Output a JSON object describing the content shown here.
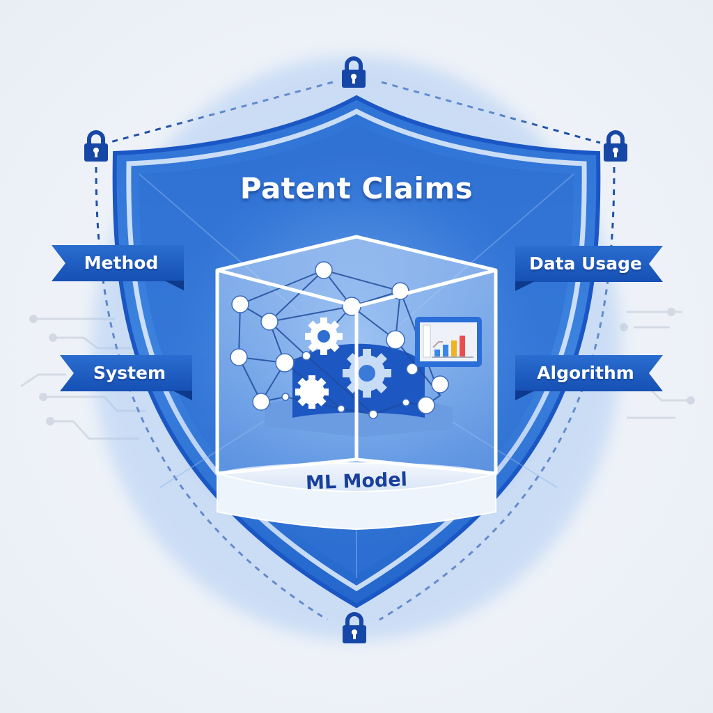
{
  "title": "Patent Claims",
  "center": {
    "label": "ML Model",
    "icons": [
      "neural-network-icon",
      "gear-icon",
      "gear-icon",
      "gear-icon",
      "bar-chart-monitor-icon"
    ]
  },
  "ribbons": {
    "left": [
      {
        "label": "Method"
      },
      {
        "label": "System"
      }
    ],
    "right": [
      {
        "label": "Data Usage"
      },
      {
        "label": "Algorithm"
      }
    ]
  },
  "locks": [
    {
      "position": "top",
      "icon": "padlock-icon"
    },
    {
      "position": "top-left",
      "icon": "padlock-icon"
    },
    {
      "position": "top-right",
      "icon": "padlock-icon"
    },
    {
      "position": "bottom",
      "icon": "padlock-icon"
    }
  ],
  "chart_icon": {
    "bars": [
      {
        "color": "#3a86e8",
        "height": 0.35
      },
      {
        "color": "#3a86e8",
        "height": 0.6
      },
      {
        "color": "#f0b323",
        "height": 0.8
      },
      {
        "color": "#ea4d4d",
        "height": 1.0
      }
    ]
  },
  "colors": {
    "shield_dark": "#1a56c4",
    "shield_light": "#4f8fe6",
    "ribbon": "#1e5fc6",
    "lock": "#1747a6",
    "background": "#eef2f8",
    "model_label": "#173f9b"
  }
}
